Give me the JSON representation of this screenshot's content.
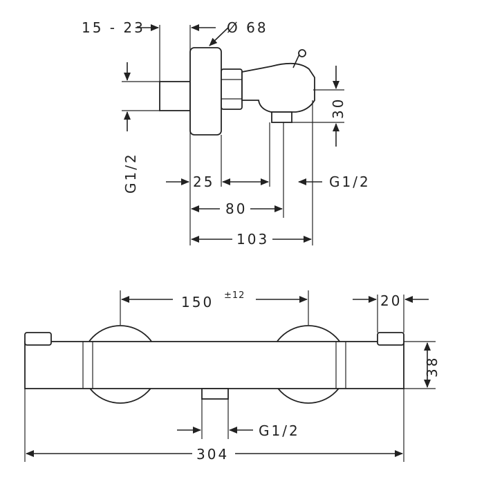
{
  "side_view": {
    "dim_wall_range": "15 - 23",
    "dim_diameter": "Ø 68",
    "dim_thread_left": "G1/2",
    "dim_height": "30",
    "dim_25": "25",
    "dim_thread_right": "G1/2",
    "dim_80": "80",
    "dim_103": "103"
  },
  "front_view": {
    "dim_spacing": "150",
    "dim_tolerance": "±12",
    "dim_20": "20",
    "dim_38": "38",
    "dim_thread_bottom": "G1/2",
    "dim_304": "304"
  }
}
